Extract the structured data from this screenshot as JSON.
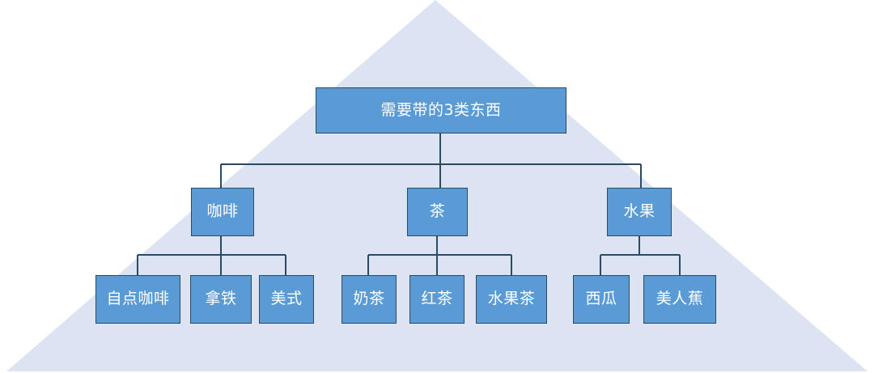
{
  "diagram": {
    "title_node": "需要带的3类东西",
    "background_shape": "triangle-pyramid",
    "colors": {
      "node_fill": "#5B9BD5",
      "node_border": "#2E4A62",
      "node_text": "#FFFFFF",
      "pyramid_fill": "#DCE3F2",
      "connector": "#2E4A62",
      "page_background": "#FFFFFF"
    },
    "root": {
      "label": "需要带的3类东西"
    },
    "branches": [
      {
        "label": "咖啡",
        "children": [
          {
            "label": "自点咖啡"
          },
          {
            "label": "拿铁"
          },
          {
            "label": "美式"
          }
        ]
      },
      {
        "label": "茶",
        "children": [
          {
            "label": "奶茶"
          },
          {
            "label": "红茶"
          },
          {
            "label": "水果茶"
          }
        ]
      },
      {
        "label": "水果",
        "children": [
          {
            "label": "西瓜"
          },
          {
            "label": "美人蕉"
          }
        ]
      }
    ]
  }
}
